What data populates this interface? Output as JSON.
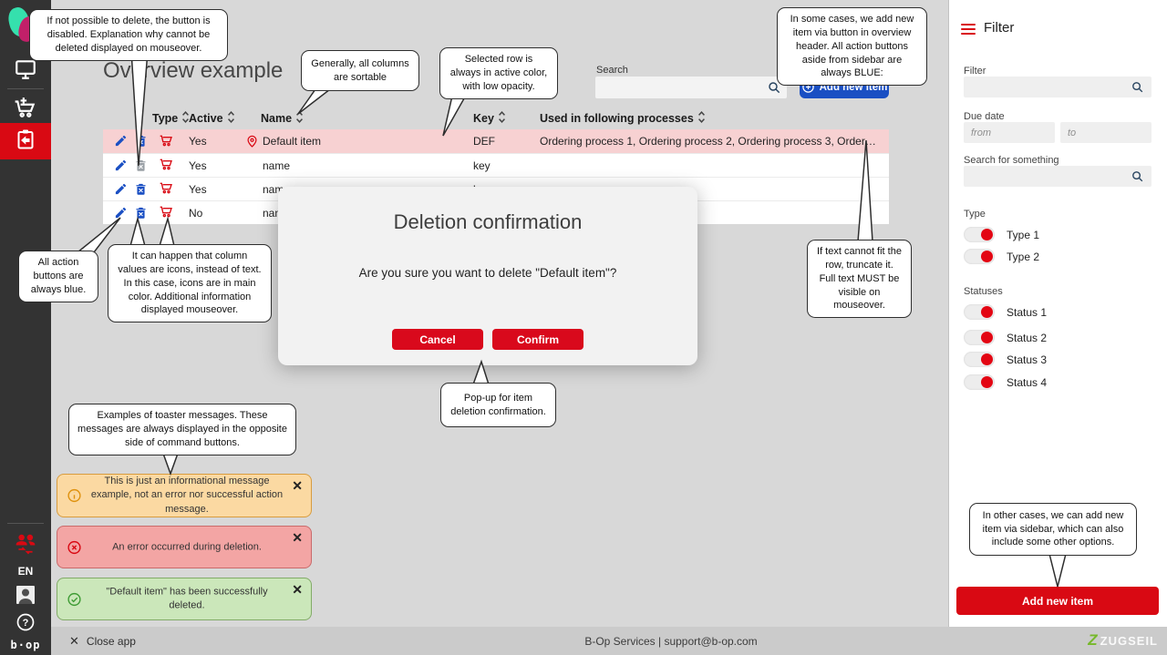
{
  "app": {
    "title": "Overview example",
    "language": "EN",
    "brand_small": "b·op"
  },
  "header": {
    "search_label": "Search",
    "add_button_label": "Add new item"
  },
  "table": {
    "columns": [
      "Type",
      "Active",
      "Name",
      "Key",
      "Used in following processes"
    ],
    "rows": [
      {
        "active": "Yes",
        "name": "Default item",
        "key": "DEF",
        "processes": "Ordering process 1, Ordering process 2, Ordering process 3, Ordering pro..."
      },
      {
        "active": "Yes",
        "name": "name",
        "key": "key",
        "processes": ""
      },
      {
        "active": "Yes",
        "name": "name",
        "key": "key",
        "processes": ""
      },
      {
        "active": "No",
        "name": "name",
        "key": "",
        "processes": ""
      }
    ]
  },
  "modal": {
    "title": "Deletion confirmation",
    "message": "Are you sure you want to delete \"Default item\"?",
    "cancel_label": "Cancel",
    "confirm_label": "Confirm"
  },
  "filter_panel": {
    "title": "Filter",
    "filter_label": "Filter",
    "due_date_label": "Due date",
    "from_placeholder": "from",
    "to_placeholder": "to",
    "search_label": "Search for something",
    "type_label": "Type",
    "types": [
      "Type 1",
      "Type 2"
    ],
    "statuses_label": "Statuses",
    "statuses": [
      "Status 1",
      "Status 2",
      "Status 3",
      "Status 4"
    ],
    "add_button_label": "Add new item"
  },
  "toasts": [
    {
      "type": "info",
      "message": "This is just an informational message example, not an error nor successful action message."
    },
    {
      "type": "error",
      "message": "An error occurred during deletion."
    },
    {
      "type": "success",
      "message": "\"Default item\" has been successfully deleted."
    }
  ],
  "callouts": {
    "delete_disabled": "If not possible to delete, the button is disabled. Explanation why cannot be deleted displayed on mouseover.",
    "sortable": "Generally, all columns are sortable",
    "selected_row": "Selected row is always in active color, with low opacity.",
    "add_header": "In some cases, we add new item via button in overview header. All action buttons aside from sidebar are always BLUE:",
    "blue_buttons": "All action buttons are always blue.",
    "icon_columns": "It can happen that column values are icons, instead of text. In this case, icons are in main color. Additional information displayed mouseover.",
    "truncate": "If text cannot fit the row, truncate it. Full text MUST be visible on mouseover.",
    "popup": "Pop-up for item deletion confirmation.",
    "toasters": "Examples of toaster messages. These messages are always displayed in the opposite side of command buttons.",
    "add_sidebar": "In other cases, we can add new item via sidebar, which can also include some other options."
  },
  "footer": {
    "close_label": "Close app",
    "center_text": "B-Op Services | support@b-op.com",
    "brand": "ZUGSEIL"
  },
  "colors": {
    "accent_red": "#d90913",
    "action_blue": "#1a4fc3",
    "selected_row_bg": "#f7d1d2"
  }
}
